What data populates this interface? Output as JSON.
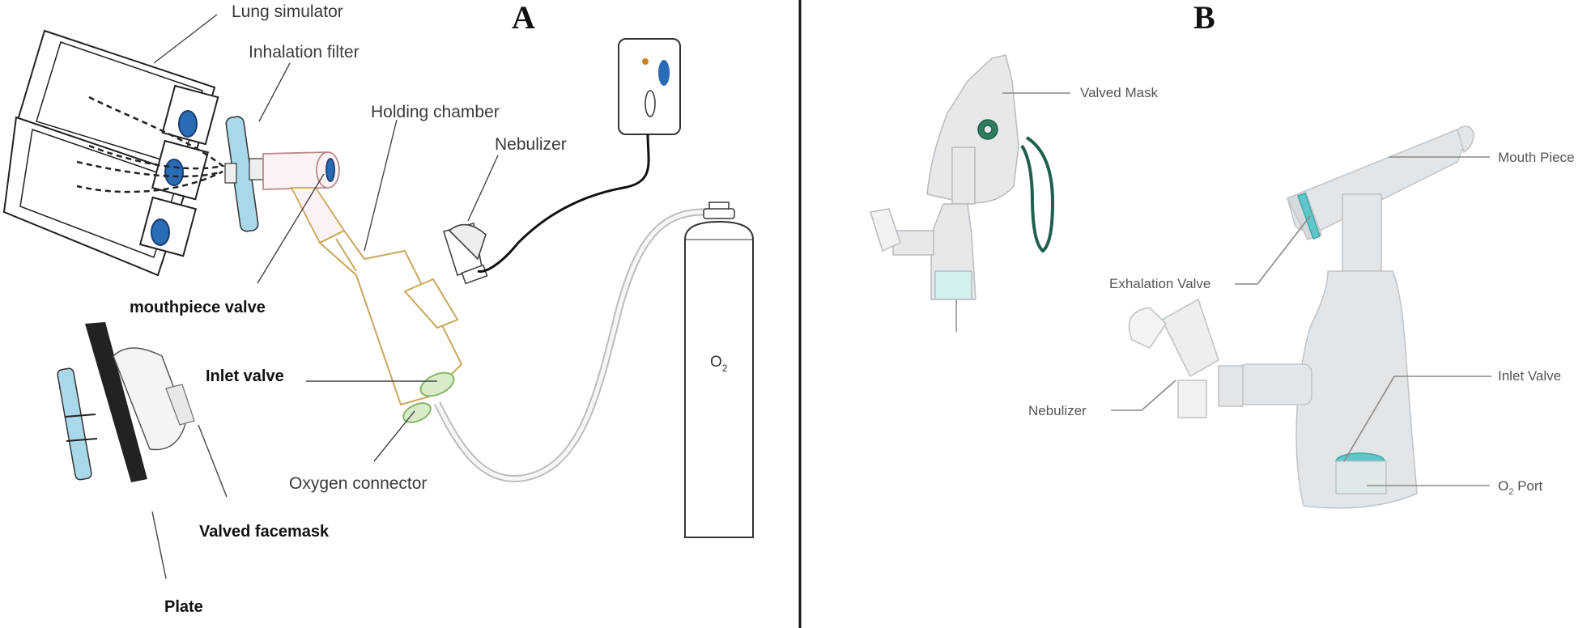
{
  "panel_a": {
    "letter": "A",
    "labels": {
      "lung_simulator": "Lung simulator",
      "inhalation_filter": "Inhalation filter",
      "holding_chamber": "Holding chamber",
      "nebulizer": "Nebulizer",
      "mouthpiece_valve": "mouthpiece valve",
      "inlet_valve": "Inlet valve",
      "oxygen_connector": "Oxygen connector",
      "valved_facemask": "Valved facemask",
      "plate": "Plate",
      "o2_main": "O",
      "o2_sub": "2"
    }
  },
  "panel_b": {
    "letter": "B",
    "labels": {
      "valved_mask": "Valved Mask",
      "mouth_piece": "Mouth Piece",
      "exhalation_valve": "Exhalation Valve",
      "nebulizer": "Nebulizer",
      "inlet_valve": "Inlet Valve",
      "o2_port_main": "O",
      "o2_port_sub": "2",
      "o2_port_rest": " Port"
    }
  },
  "colors": {
    "chamber_outline": "#c9a75e",
    "filter_blue": "#a9d8ea",
    "valve_blue": "#2a6bb5",
    "green_strap": "#1f5f4f",
    "device_translucent": "#e3e6e8",
    "valve_teal": "#5fc6c9"
  }
}
